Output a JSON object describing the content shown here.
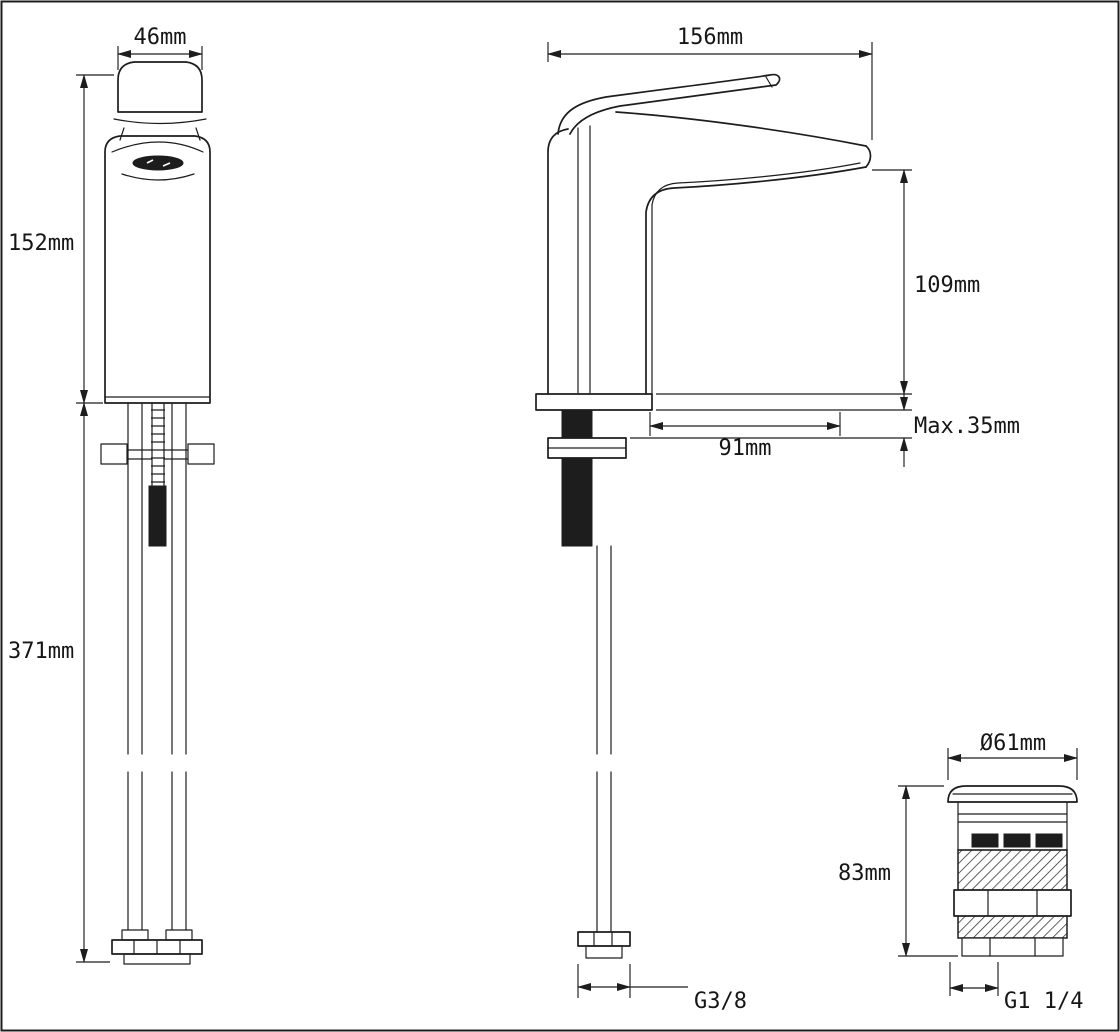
{
  "drawing": {
    "subject": "Basin mixer tap technical dimension drawing",
    "views": [
      "front view",
      "side view",
      "waste fitting"
    ],
    "line_color": "#1d1d1d",
    "background": "#ffffff"
  },
  "front_view": {
    "handle_width": "46mm",
    "body_height": "152mm",
    "hose_length": "371mm"
  },
  "side_view": {
    "overall_depth": "156mm",
    "spout_height": "109mm",
    "max_deck_thickness": "Max.35mm",
    "spout_reach": "91mm",
    "supply_thread": "G3/8"
  },
  "waste_view": {
    "flange_diameter": "Ø61mm",
    "height": "83mm",
    "thread": "G1 1/4"
  }
}
